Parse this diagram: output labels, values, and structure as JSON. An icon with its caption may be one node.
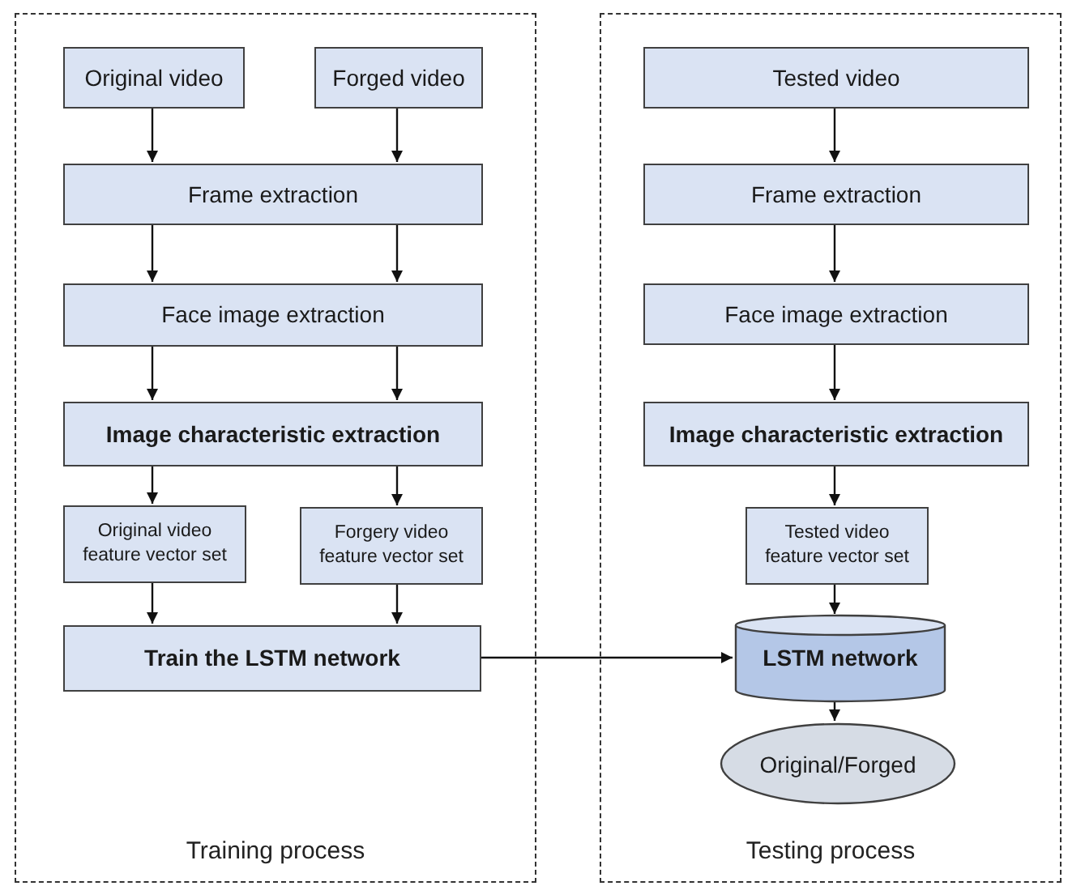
{
  "diagram": {
    "nodes": [
      {
        "text": [
          "Training process"
        ]
      },
      {
        "text": [
          "Original video"
        ],
        "in": 0
      },
      {
        "text": [
          "Forged video"
        ],
        "in": 0
      },
      {
        "text": [
          "Frame extraction"
        ],
        "in": 0
      },
      {
        "text": [
          "Face image extraction"
        ],
        "in": 0
      },
      {
        "text": [
          "Image characteristic extraction"
        ],
        "in": 0
      },
      {
        "text": [
          "Original video feature vector set"
        ],
        "in": 0
      },
      {
        "text": [
          "Forgery video feature vector set"
        ],
        "in": 0
      },
      {
        "text": [
          "Train the LSTM network"
        ],
        "in": 0
      },
      {
        "text": [
          "Testing process"
        ]
      },
      {
        "text": [
          "Tested video"
        ],
        "in": 9
      },
      {
        "text": [
          "Frame extraction"
        ],
        "in": 9
      },
      {
        "text": [
          "Face image extraction"
        ],
        "in": 9
      },
      {
        "text": [
          "Image characteristic extraction"
        ],
        "in": 9
      },
      {
        "text": [
          "Tested video feature vector set"
        ],
        "in": 9
      },
      {
        "text": [
          "LSTM network"
        ],
        "in": 9
      },
      {
        "text": [
          "Original/Forged"
        ],
        "in": 9
      }
    ],
    "edges": [
      {
        "from": 1,
        "to": 3,
        "arrow": "to"
      },
      {
        "from": 2,
        "to": 3,
        "arrow": "to"
      },
      {
        "from": 3,
        "to": 4,
        "arrow": "to"
      },
      {
        "from": 3,
        "to": 4,
        "arrow": "to"
      },
      {
        "from": 4,
        "to": 5,
        "arrow": "to"
      },
      {
        "from": 4,
        "to": 5,
        "arrow": "to"
      },
      {
        "from": 5,
        "to": 6,
        "arrow": "to"
      },
      {
        "from": 5,
        "to": 7,
        "arrow": "to"
      },
      {
        "from": 6,
        "to": 8,
        "arrow": "to"
      },
      {
        "from": 7,
        "to": 8,
        "arrow": "to"
      },
      {
        "from": 8,
        "to": 15,
        "arrow": "to"
      },
      {
        "from": 10,
        "to": 11,
        "arrow": "to"
      },
      {
        "from": 11,
        "to": 12,
        "arrow": "to"
      },
      {
        "from": 12,
        "to": 13,
        "arrow": "to"
      },
      {
        "from": 13,
        "to": 14,
        "arrow": "to"
      },
      {
        "from": 14,
        "to": 15,
        "arrow": "to"
      },
      {
        "from": 15,
        "to": 16,
        "arrow": "to"
      }
    ]
  }
}
